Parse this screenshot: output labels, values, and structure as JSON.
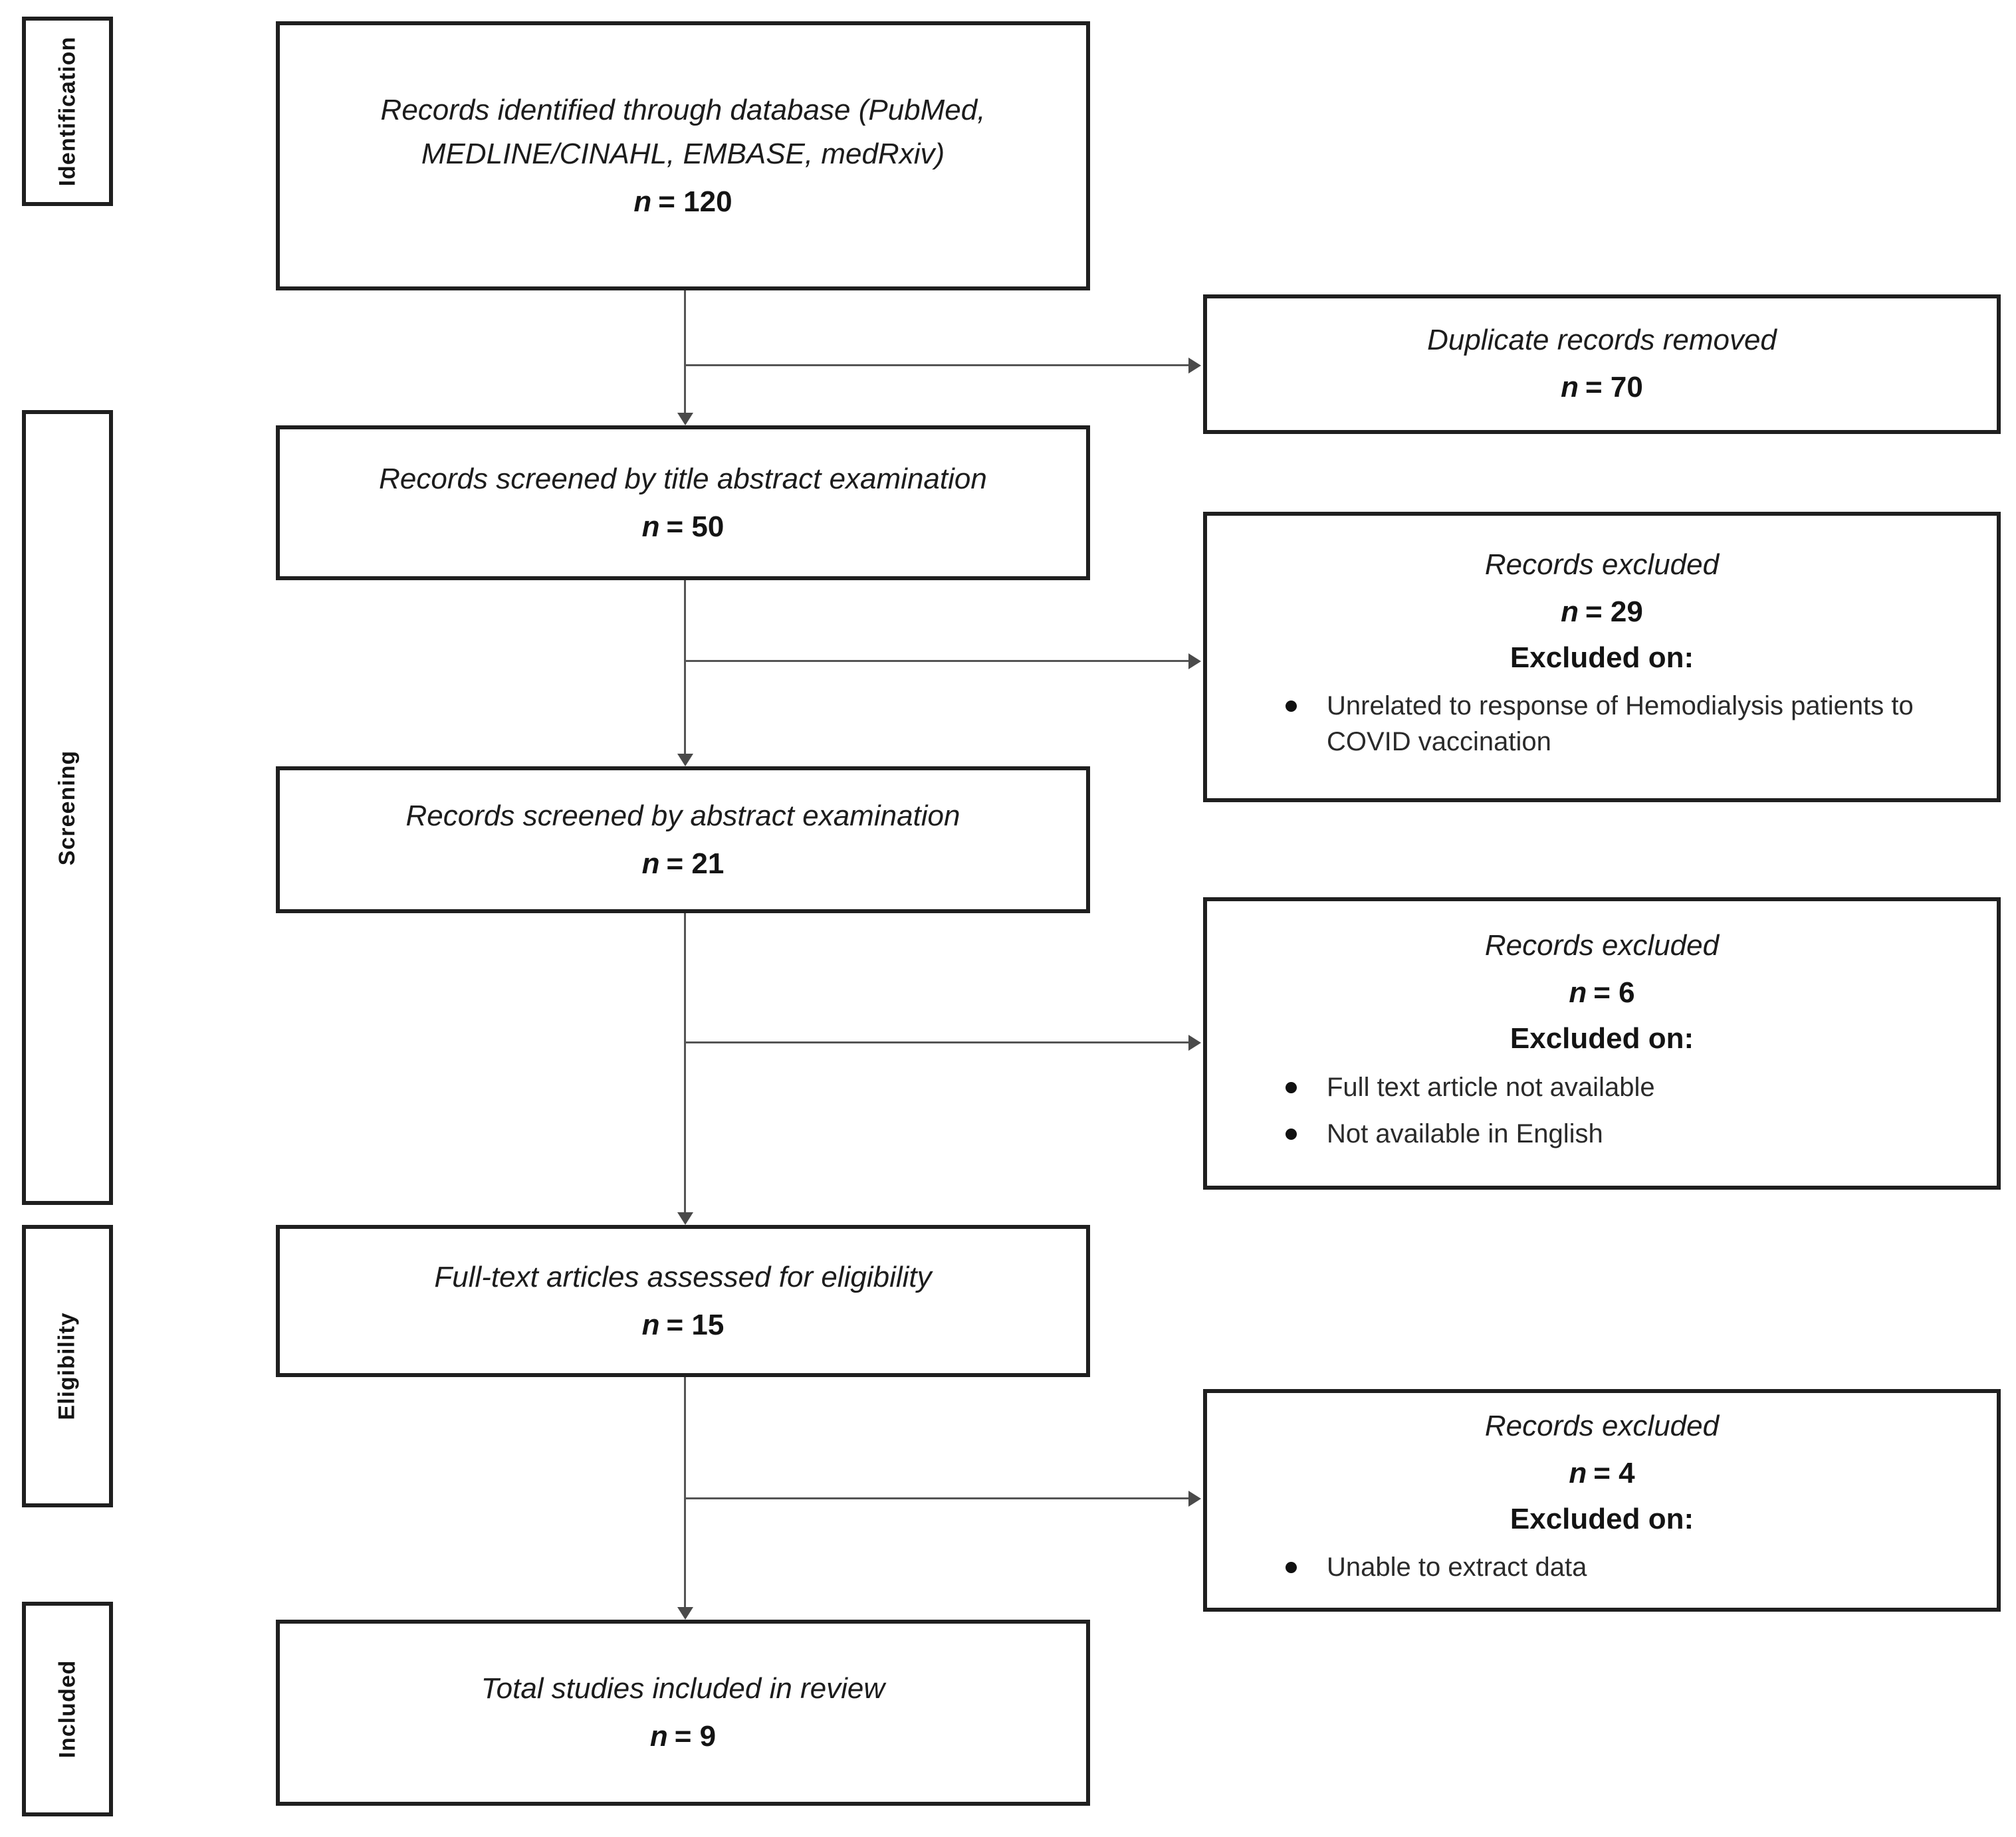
{
  "diagram": {
    "n_symbol": "n",
    "stages": [
      {
        "label": "Identification"
      },
      {
        "label": "Screening"
      },
      {
        "label": "Eligibility"
      },
      {
        "label": "Included"
      }
    ],
    "flow": [
      {
        "label": "Records identified through database (PubMed, MEDLINE/CINAHL, EMBASE, medRxiv)",
        "n_value": "= 120"
      },
      {
        "label": "Records screened by title abstract examination",
        "n_value": "= 50"
      },
      {
        "label": "Records screened by abstract examination",
        "n_value": "= 21"
      },
      {
        "label": "Full-text articles assessed for eligibility",
        "n_value": "= 15"
      },
      {
        "label": "Total studies included in review",
        "n_value": "= 9"
      }
    ],
    "exclusions": [
      {
        "title": "Duplicate records removed",
        "n_value": "= 70"
      },
      {
        "title": "Records excluded",
        "n_value": "= 29",
        "heading": "Excluded on:",
        "bullets": [
          "Unrelated to response of Hemodialysis patients to COVID vaccination"
        ]
      },
      {
        "title": "Records excluded",
        "n_value": "= 6",
        "heading": "Excluded on:",
        "bullets": [
          "Full text article not available",
          "Not available in English"
        ]
      },
      {
        "title": "Records excluded",
        "n_value": "= 4",
        "heading": "Excluded on:",
        "bullets": [
          "Unable to extract data"
        ]
      }
    ],
    "colors": {
      "line": "#555555",
      "arrow": "#4a4a4a",
      "border": "#1f1f1f",
      "text": "#1c1c1c",
      "background": "#ffffff"
    }
  }
}
